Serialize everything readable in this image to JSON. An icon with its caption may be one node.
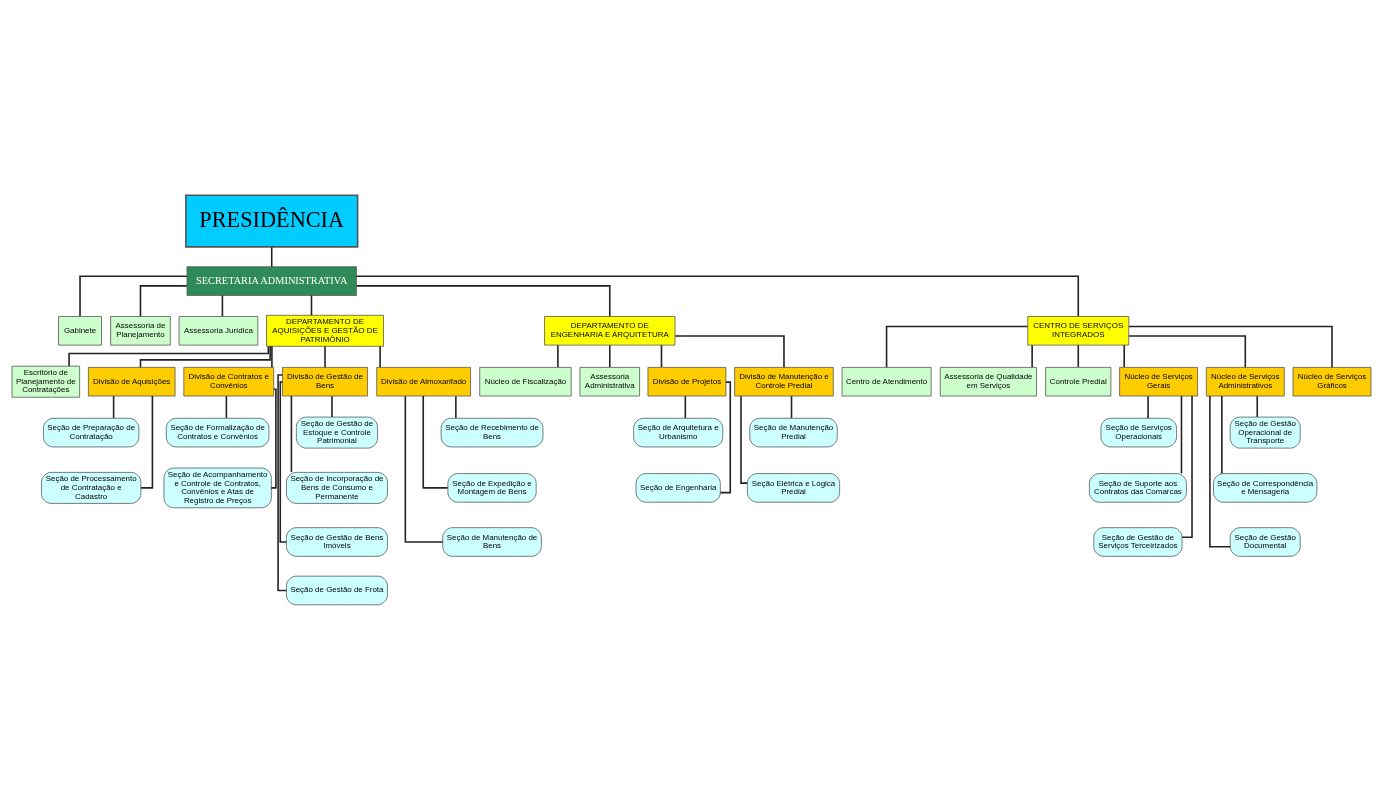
{
  "diagram": {
    "nodes": [
      {
        "text": [
          "PRESIDÊNCIA"
        ]
      },
      {
        "text": [
          "SECRETARIA ADMINISTRATIVA"
        ]
      },
      {
        "text": [
          "Gabinete"
        ]
      },
      {
        "text": [
          "Assessoria de Planejamento"
        ]
      },
      {
        "text": [
          "Assessoria Jurídica"
        ]
      },
      {
        "text": [
          "DEPARTAMENTO DE AQUISIÇÕES E GESTÃO DE PATRIMÔNIO"
        ]
      },
      {
        "text": [
          "DEPARTAMENTO DE ENGENHARIA E ARQUITETURA"
        ]
      },
      {
        "text": [
          "CENTRO DE SERVIÇOS INTEGRADOS"
        ]
      },
      {
        "text": [
          "Escritório de Planejamento de Contratações"
        ]
      },
      {
        "text": [
          "Núcleo de Fiscalização"
        ]
      },
      {
        "text": [
          "Assessoria Administrativa"
        ]
      },
      {
        "text": [
          "Centro de Atendimento"
        ]
      },
      {
        "text": [
          "Assessoria de Qualidade em Serviços"
        ]
      },
      {
        "text": [
          "Controle Predial"
        ]
      },
      {
        "text": [
          "Divisão de Aquisições"
        ]
      },
      {
        "text": [
          "Divisão de Contratos e Convênios"
        ]
      },
      {
        "text": [
          "Divisão de Gestão de Bens"
        ]
      },
      {
        "text": [
          "Divisão de Almoxarifado"
        ]
      },
      {
        "text": [
          "Divisão de Projetos"
        ]
      },
      {
        "text": [
          "Divisão de Manutenção e Controle Predial"
        ]
      },
      {
        "text": [
          "Núcleo de Serviços Gerais"
        ]
      },
      {
        "text": [
          "Núcleo de Serviços Administrativos"
        ]
      },
      {
        "text": [
          "Núcleo de Serviços Gráficos"
        ]
      },
      {
        "text": [
          "Seção de Preparação de Contratação"
        ]
      },
      {
        "text": [
          "Seção de Processamento de Contratação e Cadastro"
        ]
      },
      {
        "text": [
          "Seção de Formalização de Contratos e Convênios"
        ]
      },
      {
        "text": [
          "Seção de Acompanhamento e Controle de Contratos, Convênios e Atas de Registro de Preços"
        ]
      },
      {
        "text": [
          "Seção de Gestão de Estoque e Controle Patrimonial"
        ]
      },
      {
        "text": [
          "Seção de Incorporação de Bens de Consumo e Permanente"
        ]
      },
      {
        "text": [
          "Seção de Gestão de Bens Imóveis"
        ]
      },
      {
        "text": [
          "Seção de Gestão de Frota"
        ]
      },
      {
        "text": [
          "Seção de Recebimento de Bens"
        ]
      },
      {
        "text": [
          "Seção de Expedição e Montagem de Bens"
        ]
      },
      {
        "text": [
          "Seção de Manutenção de Bens"
        ]
      },
      {
        "text": [
          "Seção de Arquitetura e Urbanismo"
        ]
      },
      {
        "text": [
          "Seção de Engenharia"
        ]
      },
      {
        "text": [
          "Seção de Manutenção Predial"
        ]
      },
      {
        "text": [
          "Seção Elétrica e Lógica Predial"
        ]
      },
      {
        "text": [
          "Seção de Serviços Operacionais"
        ]
      },
      {
        "text": [
          "Seção de Suporte aos Contratos das Comarcas"
        ]
      },
      {
        "text": [
          "Seção de Gestão de Serviços Terceirizados"
        ]
      },
      {
        "text": [
          "Seção de Gestão Operacional de Transporte"
        ]
      },
      {
        "text": [
          "Seção de Correspondência e Mensageria"
        ]
      },
      {
        "text": [
          "Seção de Gestão Documental"
        ]
      }
    ],
    "edges": [
      {
        "from": 0,
        "to": 1,
        "arrow": "none"
      },
      {
        "from": 1,
        "to": 2,
        "arrow": "none"
      },
      {
        "from": 1,
        "to": 3,
        "arrow": "none"
      },
      {
        "from": 1,
        "to": 4,
        "arrow": "none"
      },
      {
        "from": 1,
        "to": 5,
        "arrow": "none"
      },
      {
        "from": 1,
        "to": 6,
        "arrow": "none"
      },
      {
        "from": 1,
        "to": 7,
        "arrow": "none"
      },
      {
        "from": 5,
        "to": 8,
        "arrow": "none"
      },
      {
        "from": 6,
        "to": 9,
        "arrow": "none"
      },
      {
        "from": 6,
        "to": 10,
        "arrow": "none"
      },
      {
        "from": 7,
        "to": 11,
        "arrow": "none"
      },
      {
        "from": 7,
        "to": 12,
        "arrow": "none"
      },
      {
        "from": 7,
        "to": 13,
        "arrow": "none"
      },
      {
        "from": 5,
        "to": 14,
        "arrow": "none"
      },
      {
        "from": 5,
        "to": 15,
        "arrow": "none"
      },
      {
        "from": 5,
        "to": 16,
        "arrow": "none"
      },
      {
        "from": 5,
        "to": 17,
        "arrow": "none"
      },
      {
        "from": 6,
        "to": 18,
        "arrow": "none"
      },
      {
        "from": 6,
        "to": 19,
        "arrow": "none"
      },
      {
        "from": 7,
        "to": 20,
        "arrow": "none"
      },
      {
        "from": 7,
        "to": 21,
        "arrow": "none"
      },
      {
        "from": 7,
        "to": 22,
        "arrow": "none"
      },
      {
        "from": 14,
        "to": 23,
        "arrow": "none"
      },
      {
        "from": 14,
        "to": 24,
        "arrow": "none"
      },
      {
        "from": 15,
        "to": 25,
        "arrow": "none"
      },
      {
        "from": 15,
        "to": 26,
        "arrow": "none"
      },
      {
        "from": 16,
        "to": 27,
        "arrow": "none"
      },
      {
        "from": 16,
        "to": 28,
        "arrow": "none"
      },
      {
        "from": 16,
        "to": 29,
        "arrow": "none"
      },
      {
        "from": 16,
        "to": 30,
        "arrow": "none"
      },
      {
        "from": 17,
        "to": 31,
        "arrow": "none"
      },
      {
        "from": 17,
        "to": 32,
        "arrow": "none"
      },
      {
        "from": 17,
        "to": 33,
        "arrow": "none"
      },
      {
        "from": 18,
        "to": 34,
        "arrow": "none"
      },
      {
        "from": 18,
        "to": 35,
        "arrow": "none"
      },
      {
        "from": 19,
        "to": 36,
        "arrow": "none"
      },
      {
        "from": 19,
        "to": 37,
        "arrow": "none"
      },
      {
        "from": 20,
        "to": 38,
        "arrow": "none"
      },
      {
        "from": 20,
        "to": 39,
        "arrow": "none"
      },
      {
        "from": 20,
        "to": 40,
        "arrow": "none"
      },
      {
        "from": 21,
        "to": 41,
        "arrow": "none"
      },
      {
        "from": 21,
        "to": 42,
        "arrow": "none"
      },
      {
        "from": 21,
        "to": 43,
        "arrow": "none"
      }
    ]
  }
}
